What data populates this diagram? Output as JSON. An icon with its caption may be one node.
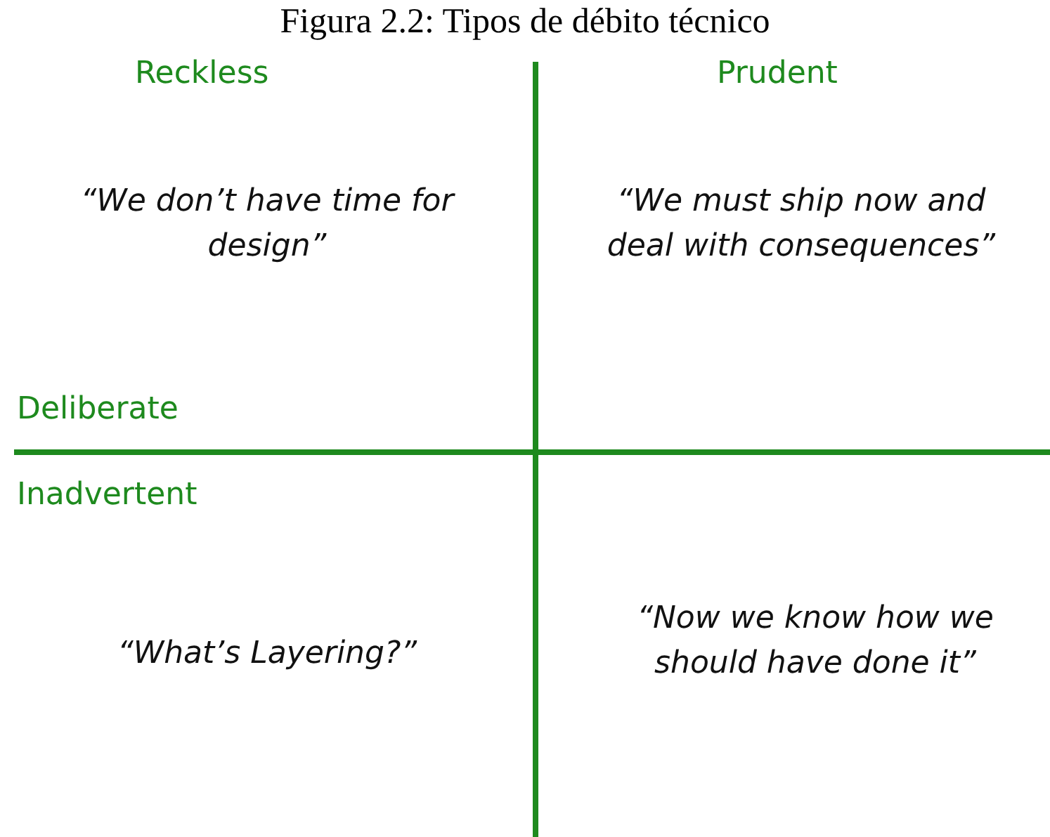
{
  "diagram": {
    "title": "Figura 2.2: Tipos de débito técnico",
    "labels": [
      "Reckless",
      "Prudent",
      "“We don’t have time for design”",
      "“We must ship now and deal with consequences”",
      "Deliberate",
      "Inadvertent",
      "“What’s Layering?”",
      "“Now we know how we should have done it”"
    ]
  }
}
